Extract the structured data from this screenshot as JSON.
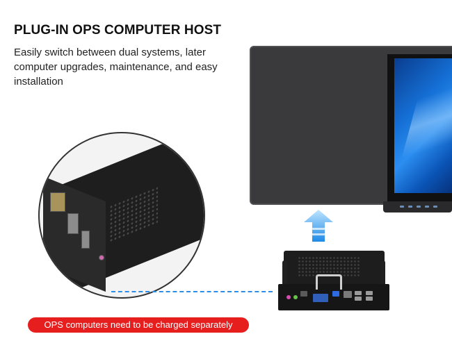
{
  "heading": "PLUG-IN OPS COMPUTER HOST",
  "description": "Easily switch between dual systems, later computer upgrades, maintenance, and easy installation",
  "note": "OPS computers need to be charged separately",
  "colors": {
    "accent_red": "#e61e1e",
    "arrow_blue": "#2a8ee6",
    "panel_gray": "#3a3a3c"
  }
}
